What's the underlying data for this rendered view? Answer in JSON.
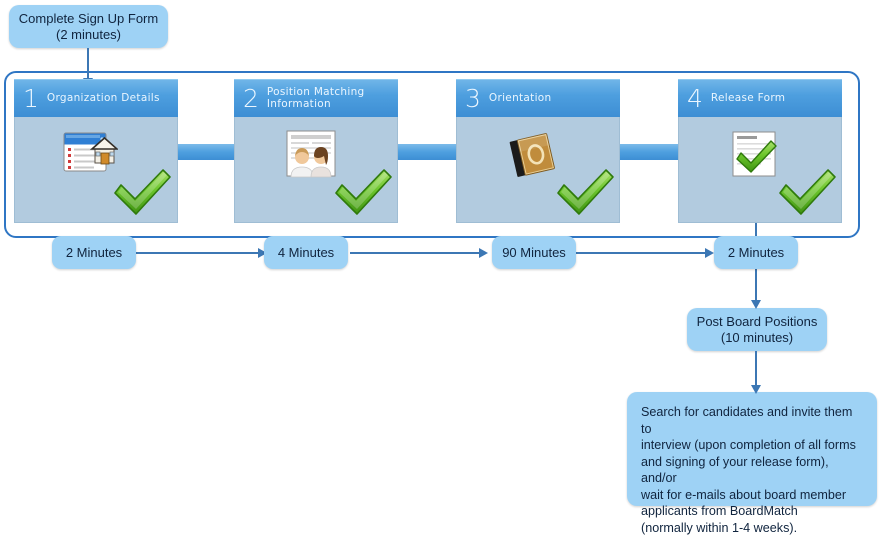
{
  "diagram": {
    "title_box": {
      "line1": "Complete Sign Up Form",
      "line2": "(2 minutes)"
    },
    "stages": [
      {
        "number": "1",
        "title_line1": "Organization Details",
        "title_line2": "",
        "icon": "organization-house-form-icon",
        "completed": true
      },
      {
        "number": "2",
        "title_line1": "Position Matching",
        "title_line2": "Information",
        "icon": "people-document-icon",
        "completed": true
      },
      {
        "number": "3",
        "title_line1": "Orientation",
        "title_line2": "",
        "icon": "orientation-book-icon",
        "completed": true
      },
      {
        "number": "4",
        "title_line1": "Release Form",
        "title_line2": "",
        "icon": "release-form-checked-document-icon",
        "completed": true
      }
    ],
    "durations": [
      {
        "label": "2 Minutes"
      },
      {
        "label": "4 Minutes"
      },
      {
        "label": "90 Minutes"
      },
      {
        "label": "2 Minutes"
      }
    ],
    "post_box": {
      "line1": "Post Board Positions",
      "line2": "(10 minutes)"
    },
    "result_box": {
      "line1": "Search for candidates and invite them to",
      "line2": "interview (upon completion of all forms",
      "line3": "and signing of your release form), and/or",
      "line4": "wait for e-mails about board member",
      "line5": "applicants from BoardMatch",
      "line6": "(normally within 1-4 weeks)."
    },
    "colors": {
      "callout_fill": "#9ed2f5",
      "stage_header": "#4e9fdf",
      "stage_body": "#b2cbdf",
      "connector": "#3c77b4",
      "container_border": "#2f76c4",
      "check_green": "#6cc62c",
      "text_dark": "#10243e"
    }
  }
}
